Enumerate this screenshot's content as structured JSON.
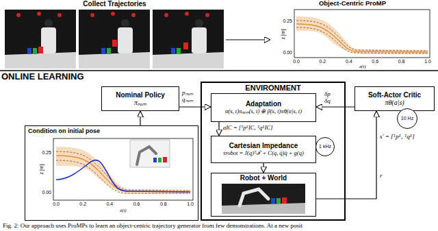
{
  "diagram": {
    "caption": "Fig. 2: Our approach uses ProMPs to learn an object-centric trajectory generator from few demonstrations. At a new posit",
    "nodes": [
      {
        "text": [
          "Collect Trajectories"
        ]
      },
      {
        "text": [
          "Object-Centric ProMP"
        ]
      },
      {
        "text": [
          "Nominal Policy",
          "πₙₒₘ"
        ]
      },
      {
        "text": [
          "Condition on initial pose"
        ]
      },
      {
        "text": [
          "ENVIRONMENT"
        ]
      },
      {
        "text": [
          "Adaptation",
          "α(s, t)πₙₒₘ(s, t) ⊕ β(s, t)πθ(a|s, t)"
        ],
        "in": 4
      },
      {
        "text": [
          "Cartesian Impedance",
          "τrobot = J(q)ᵀℱ + C(q, q̇)q̇ + g(q)"
        ],
        "in": 4
      },
      {
        "text": [
          "1 kHz"
        ],
        "in": 4
      },
      {
        "text": [
          "Robot + World"
        ],
        "in": 4
      },
      {
        "text": [
          "Soft-Actor Critic",
          "πθ(a|s)"
        ]
      },
      {
        "text": [
          "10 Hz"
        ]
      }
    ],
    "edges": [
      {
        "from": 0,
        "to": 1,
        "arrow": "to"
      },
      {
        "from": 3,
        "to": 2,
        "arrow": "to"
      },
      {
        "from": 2,
        "to": 5,
        "arrow": "to",
        "label": "pₙₒₘ qₙₒₘ"
      },
      {
        "from": 5,
        "to": 6,
        "arrow": "to",
        "label": "aIC = [ᵀpᴱIC, ᵀqᴱIC]"
      },
      {
        "from": 6,
        "to": 8,
        "arrow": "to"
      },
      {
        "from": 9,
        "to": 5,
        "arrow": "to",
        "label": "δp δq"
      },
      {
        "from": 8,
        "to": 9,
        "arrow": "to",
        "label": "r"
      }
    ],
    "labels": [
      "ONLINE LEARNING",
      "0.25",
      "0.00",
      "0.0",
      "0.2",
      "0.4",
      "0.6",
      "0.8",
      "1.0",
      "z [m]",
      "z(t)",
      "0.25",
      "0.00",
      "0.0",
      "0.2",
      "0.4",
      "0.6",
      "0.8",
      "1.0",
      "z [m]",
      "z(t)",
      "s′ = [ᵀpᴱ, ᵀqᴱ]"
    ]
  }
}
